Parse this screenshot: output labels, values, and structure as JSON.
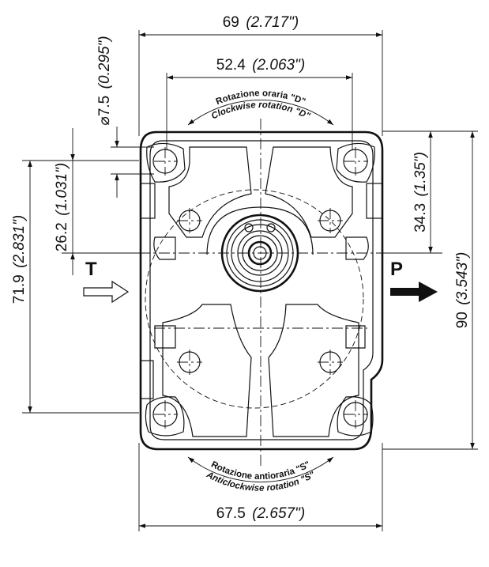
{
  "dimensions": {
    "width_top": {
      "value": "69",
      "imperial": "(2.717\")"
    },
    "bolt_spacing": {
      "value": "52.4",
      "imperial": "(2.063\")"
    },
    "hole_diameter": {
      "value": "⌀7.5",
      "imperial": "(0.295\")"
    },
    "inlet_offset": {
      "value": "26.2",
      "imperial": "(1.031\")"
    },
    "left_height": {
      "value": "71.9",
      "imperial": "(2.831\")"
    },
    "outlet_offset": {
      "value": "34.3",
      "imperial": "(1.35\")"
    },
    "total_height": {
      "value": "90",
      "imperial": "(3.543\")"
    },
    "width_bottom": {
      "value": "67.5",
      "imperial": "(2.657\")"
    }
  },
  "rotation": {
    "clockwise_it": "Rotazione oraria \"D\"",
    "clockwise_en": "Clockwise rotation \"D\"",
    "anticlockwise_it": "Rotazione antioraria \"S\"",
    "anticlockwise_en": "Anticlockwise rotation \"S\""
  },
  "ports": {
    "inlet": "T",
    "outlet": "P"
  },
  "colors": {
    "line": "#111111",
    "background": "#ffffff"
  }
}
